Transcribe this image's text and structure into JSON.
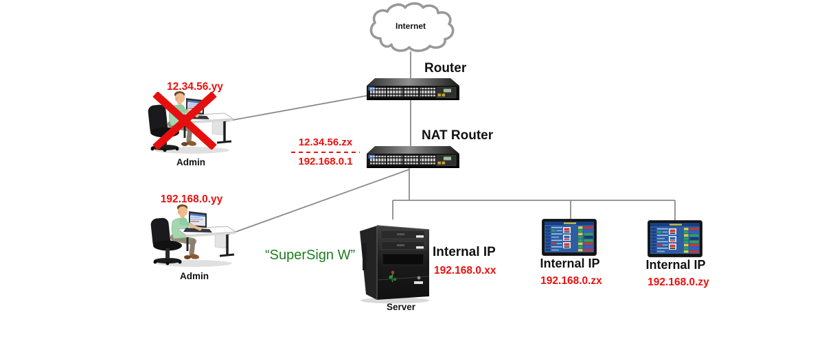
{
  "colors": {
    "accent_red": "#ea100d",
    "accent_green": "#1e7d1e",
    "line_gray": "#8a8a8a",
    "cloud_outline": "#98989a"
  },
  "cloud": {
    "label": "Internet"
  },
  "router": {
    "label": "Router"
  },
  "nat_router": {
    "label": "NAT Router",
    "public_ip": "12.34.56.zx",
    "private_ip": "192.168.0.1"
  },
  "admin_blocked": {
    "ip": "12.34.56.yy",
    "label": "Admin"
  },
  "admin": {
    "ip": "192.168.0.yy",
    "label": "Admin"
  },
  "server": {
    "software": "“SuperSign W”",
    "label": "Server",
    "ip_heading": "Internal IP",
    "ip": "192.168.0.xx"
  },
  "displays": [
    {
      "ip_heading": "Internal IP",
      "ip": "192.168.0.zx"
    },
    {
      "ip_heading": "Internal IP",
      "ip": "192.168.0.zy"
    }
  ]
}
